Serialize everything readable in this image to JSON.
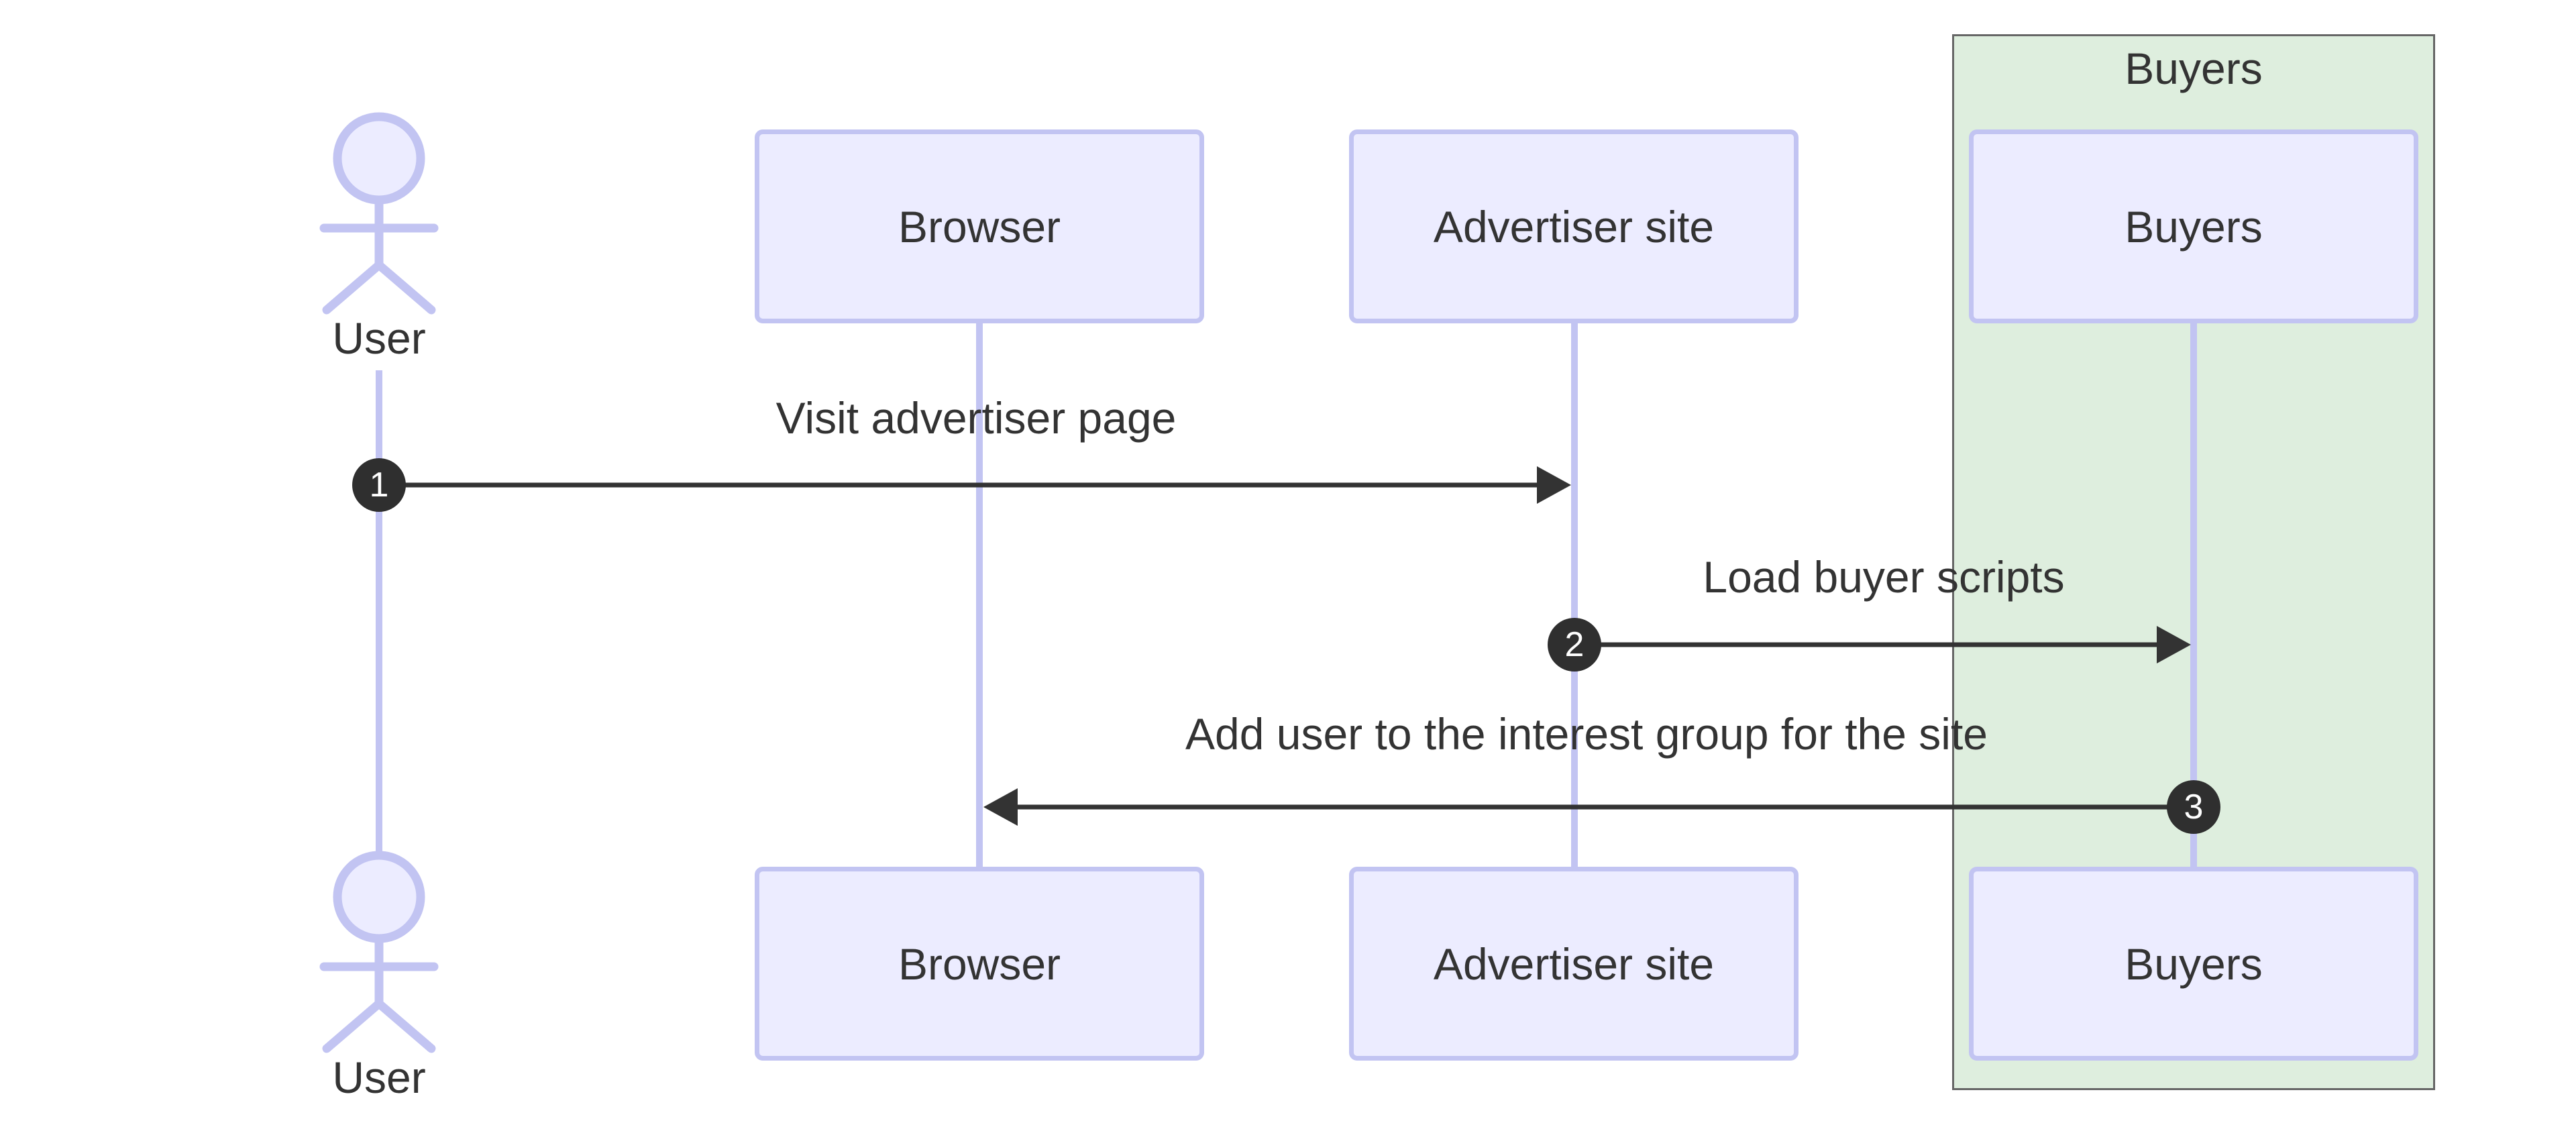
{
  "diagram": {
    "type": "sequence",
    "colors": {
      "background": "#ffffff",
      "participant_fill": "#ececff",
      "participant_border": "#c2c4f2",
      "lifeline": "#c2c4f2",
      "text": "#333333",
      "arrow": "#333333",
      "badge_fill": "#2f2f2f",
      "badge_text": "#ffffff",
      "group_fill": "#deeede",
      "group_border": "#666666"
    },
    "actors": [
      {
        "id": "user",
        "label": "User",
        "type": "actor"
      },
      {
        "id": "browser",
        "label": "Browser",
        "type": "participant"
      },
      {
        "id": "advertiser",
        "label": "Advertiser site",
        "type": "participant"
      },
      {
        "id": "buyers",
        "label": "Buyers",
        "type": "participant"
      }
    ],
    "group": {
      "label": "Buyers",
      "contains": [
        "buyers"
      ]
    },
    "messages": [
      {
        "seq": "1",
        "label": "Visit advertiser page",
        "from": "user",
        "to": "advertiser"
      },
      {
        "seq": "2",
        "label": "Load buyer scripts",
        "from": "advertiser",
        "to": "buyers"
      },
      {
        "seq": "3",
        "label": "Add user to the interest group for the site",
        "from": "buyers",
        "to": "browser"
      }
    ]
  }
}
